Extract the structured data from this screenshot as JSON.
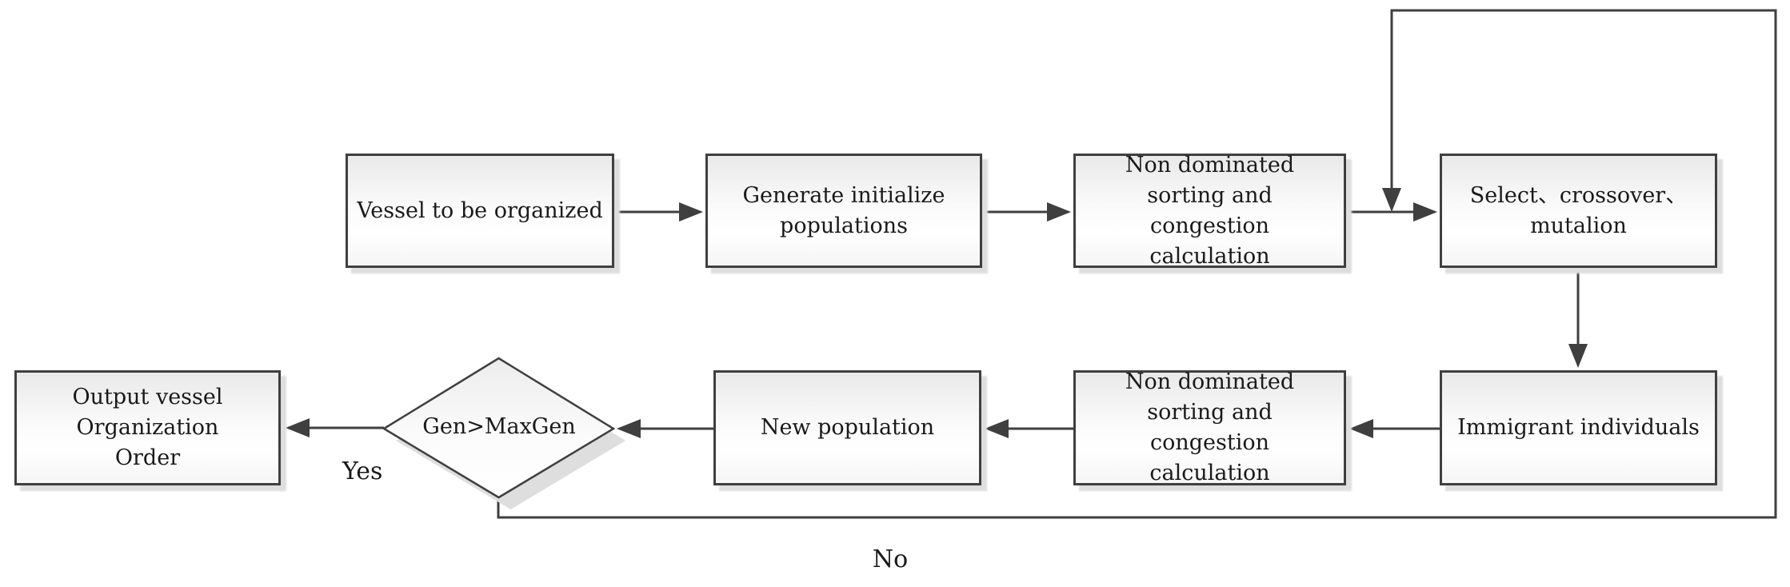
{
  "figure": {
    "type": "flowchart",
    "background": "#ffffff"
  },
  "nodes": {
    "vessel": {
      "shape": "rect",
      "label": "Vessel to be organized"
    },
    "generate": {
      "shape": "rect",
      "label": "Generate initialize populations"
    },
    "nds_top": {
      "shape": "rect",
      "label": "Non dominated sorting and congestion calculation"
    },
    "select": {
      "shape": "rect",
      "label": "Select、crossover、 mutalion"
    },
    "output": {
      "shape": "rect",
      "label": "Output vessel Organization Order"
    },
    "decision": {
      "shape": "diamond",
      "label": "Gen>MaxGen"
    },
    "new_population": {
      "shape": "rect",
      "label": "New population"
    },
    "nds_bottom": {
      "shape": "rect",
      "label": "Non dominated sorting and congestion calculation"
    },
    "immigrant": {
      "shape": "rect",
      "label": "Immigrant individuals"
    }
  },
  "edge_labels": {
    "yes": "Yes",
    "no": "No"
  },
  "edges": [
    {
      "from": "vessel",
      "to": "generate",
      "label": ""
    },
    {
      "from": "generate",
      "to": "nds_top",
      "label": ""
    },
    {
      "from": "nds_top",
      "to": "select",
      "label": ""
    },
    {
      "from": "select",
      "to": "immigrant",
      "label": ""
    },
    {
      "from": "immigrant",
      "to": "nds_bottom",
      "label": ""
    },
    {
      "from": "nds_bottom",
      "to": "new_population",
      "label": ""
    },
    {
      "from": "new_population",
      "to": "decision",
      "label": ""
    },
    {
      "from": "decision",
      "to": "output",
      "label": "Yes"
    },
    {
      "from": "decision",
      "to": "select",
      "label": "No"
    }
  ],
  "colors": {
    "line": "#3f3f3f",
    "node_border": "#3f3f3f",
    "node_fill_top": "#e9e9e9",
    "node_fill_bottom": "#fcfcfc",
    "shadow": "#dedede",
    "text": "#1a1a1a"
  }
}
